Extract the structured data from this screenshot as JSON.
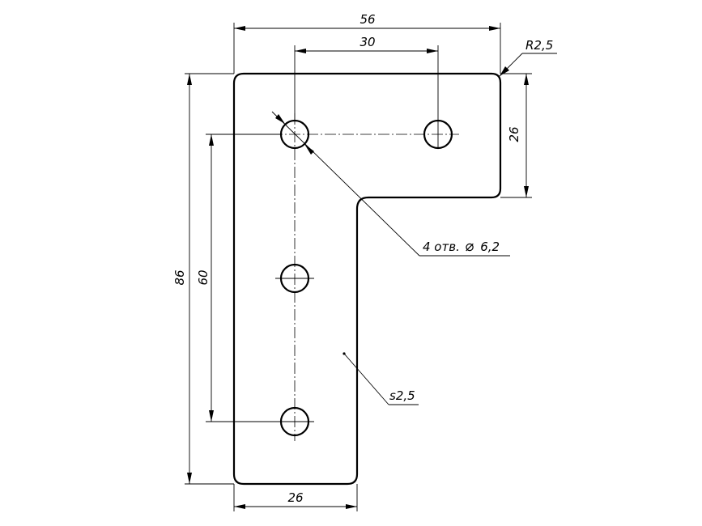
{
  "dimensions": {
    "overall_width": "56",
    "hole_spacing_horizontal": "30",
    "corner_radius": "R2,5",
    "top_arm_height": "26",
    "overall_height": "86",
    "hole_spacing_vertical": "60",
    "hole_callout": "4 отв.",
    "hole_diameter_symbol": "⌀",
    "hole_diameter": "6,2",
    "thickness": "s2,5",
    "bottom_leg_width": "26"
  }
}
